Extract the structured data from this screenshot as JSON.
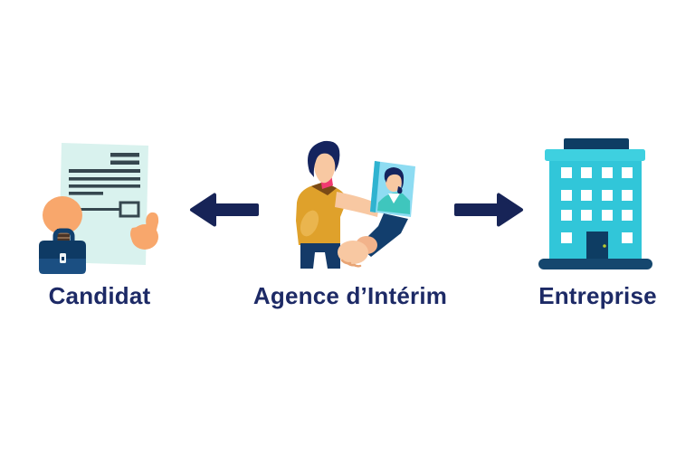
{
  "diagram": {
    "type": "flow-diagram",
    "background_color": "#ffffff",
    "label_color": "#1d2a66",
    "arrow_color": "#172457",
    "nodes": [
      {
        "id": "candidat",
        "label": "Candidat",
        "icon": "cv-document-with-briefcase"
      },
      {
        "id": "agence-interim",
        "label": "Agence d’Intérim",
        "icon": "recruiter-handshake-with-candidate-photo"
      },
      {
        "id": "entreprise",
        "label": "Entreprise",
        "icon": "office-building"
      }
    ],
    "edges": [
      {
        "from": "agence-interim",
        "to": "candidat",
        "direction": "left"
      },
      {
        "from": "agence-interim",
        "to": "entreprise",
        "direction": "right"
      }
    ],
    "palette": {
      "building_teal": "#31c6d9",
      "building_cornice_teal": "#3ed0e0",
      "building_navy": "#0e3d63",
      "building_base_navy": "#15476e",
      "door_handle_yellow": "#b8cc2e",
      "document_mint": "#d9f2ee",
      "document_line_slate": "#36474f",
      "skin_orange": "#f8a76c",
      "skin_peach": "#f8c8a2",
      "shirt_mustard": "#dfa12b",
      "collar_brown": "#7a4a16",
      "neck_pink": "#f23a71",
      "photo_blue": "#8edcf2",
      "photo_edge_teal": "#2fb3d0",
      "photo_shirt_teal": "#3fc6bd",
      "suit_navy": "#123e6d",
      "pants_navy": "#143a68",
      "hair_navy": "#15245e",
      "briefcase_navy_dark": "#0e3a64",
      "briefcase_navy_light": "#1b4f82"
    }
  }
}
